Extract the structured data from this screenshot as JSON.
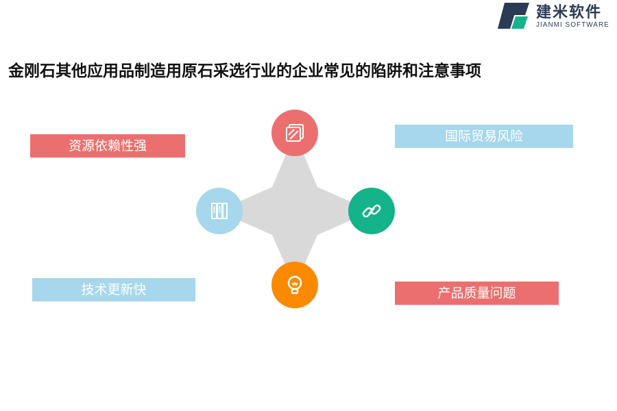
{
  "logo": {
    "name_cn": "建米软件",
    "name_en": "JIANMI SOFTWARE"
  },
  "title": "金刚石其他应用品制造用原石采选行业的企业常见的陷阱和注意事项",
  "diagram": {
    "items": [
      {
        "label": "资源依赖性强",
        "color": "#ec6f6f"
      },
      {
        "label": "国际贸易风险",
        "color": "#a6d7ec"
      },
      {
        "label": "技术更新快",
        "color": "#a6d7ec"
      },
      {
        "label": "产品质量问题",
        "color": "#ec6f6f"
      }
    ],
    "nodes": [
      {
        "icon": "layers-icon",
        "color": "#ec6f6f"
      },
      {
        "icon": "link-icon",
        "color": "#14b389"
      },
      {
        "icon": "lightbulb-icon",
        "color": "#fb8a00"
      },
      {
        "icon": "columns-icon",
        "color": "#a6d7ec"
      }
    ],
    "center_color": "#d9d9d9"
  }
}
